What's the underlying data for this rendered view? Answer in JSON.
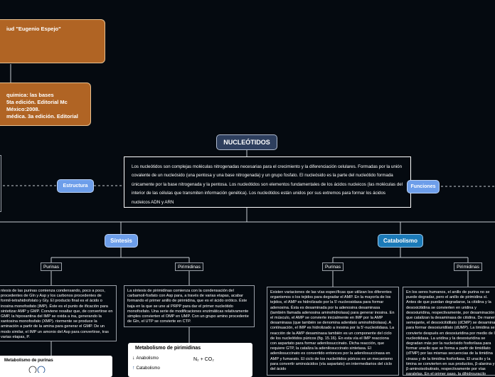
{
  "top_box": {
    "line1": "iud \"Eugenio Espejo\""
  },
  "biblio_box": {
    "line1": "quimica: las bases",
    "line2": "5ta edición. Editorial Mc",
    "line3": "México:2008.",
    "line4": "médica. 3a edición. Editorial"
  },
  "root": {
    "title": "NUCLEÓTIDOS"
  },
  "definition": "Los nucleótidos son complejas moléculas nitrogenadas necesarias para el crecimiento y la diferenciación celulares. Formadas por la unión covalente de un nucleósido (una pentosa y una base nitrogenada) y un grupo fosfato. El nucleósido es la parte del nucleótido formada únicamente por la base nitrogenada y la pentosa. Los nucleótidos son elementos fundamentales de los ácidos nucleicos (las moléculas del interior de las células que transmiten información genética). Los nucleótidos están unidos por sus extremos para formar los ácidos nucleicos ADN y ARN",
  "structure": {
    "label": "Estructura"
  },
  "functions": {
    "label": "Funciones"
  },
  "sintesis": {
    "label": "Síntesis",
    "purinas": {
      "label": "Purinas",
      "text": "ntesis de las purinas comienza condensando, poco a poco, procedentes de Gln y Asp y los carbonos procedentes de formil-tetrahidrofolato y Gly. El producto final es el ácido o inosina monofosfato (IMP). Éste es el punto de ificación para sintetizar AMP y GMP. Conviene resaltar que, de convertirse en GMP, la hipoxantina del IMP se oxida a ina, generando la xantosina monofosfato (XMP). riormente se produce la aminación a partir de la amina para generar el GMP. De un modo similar, el IMP un amonio del Asp para convertirse, tras varias etapas, P.",
      "image_title": "Metabolismo de purinas"
    },
    "pirimidinas": {
      "label": "Pirimidinas",
      "text": "La síntesis de pirimidinas comienza con la condensación del carbamoil-fosfato con Asp para, a través de varias etapas, acabar formando el primer anillo de pirimidina, que es el ácido orótico. Éste baja en la que se une al PRPP para dar el primer nucleótido monofosfato. Una serie de modificaciones enzimáticas relativamente simples convierten el OMP en UMP. Con un grupo amino procedente de Gln, el UTP se convierte en CTP.",
      "image_title": "Metabolismo de pirimidinas",
      "legend_anabolism": "Anabolismo",
      "legend_catabolism": "Catabolismo",
      "formula": "N₂ + CO₂"
    }
  },
  "catabolismo": {
    "label": "Catabolismo",
    "purinas": {
      "label": "Purinas",
      "text": "Existen variaciones de las vías específicas que utilizan los diferentes organismos o los tejidos para degradar el AMP. En la mayoría de los tejidos, el AMP es hidrolizado por la 5'-nucleosidasa para formar adenosina. Ésta es desaminada por la adenosina desaminasa (también llamada adenosina aminohidrolasa) para generar inosina. En el músculo, el AMP se convierte inicialmente en IMP por la AMP desaminasa (que también se denomina adenilato aminohidrolasa). A continuación, el IMP es hidrolizado a inosina por la 5'-nucleotidasa. La reacción de la AMP desaminasa también es un componente del ciclo de los nucleótidos púricos (fig. 15.16). En esta vía el IMP reacciona con aspartato para formar adenilosuccinato. Dicha reacción, que requiere GTP, la cataliza la adenilosuccinato sintetasa. El adenilosuccinato es convertido entonces por la adenilosuccinasa en AMP y fumarato. El ciclo de los nucleótidos púricos es un mecanismo para convertir aminoácidos (vía aspartato) en intermediarios del ciclo del ácido"
    },
    "pirimidinas": {
      "label": "Pirimidinas",
      "text": "En los seres humanos, el anillo de purina no se puede degradar, pero el anillo de pirimidina sí. Antes de que puedan degradarse, la citidina y la desoxicitidina se convierten en uridina y desoxiuridina, respectivamente, por desaminación que catalizan la desaminasa de citidina. De manera semejante, el desoxicitidilato (dCMP) se desamina para formar desoxiuridilato (dUMP). La timidina se convierte después en desoxiuridina por medio de la nucleotidasa. La uridina y la desoxiuridina se degradan más por la nucleósido fosforilasa para formar uracilo que se forma a partir de timidilato (dTMP) por las mismas secuencias de la timidina cinasa y de la timidina fosforilasa. El uracilo y la timina se convierten en sus productos, β-alanina y β-aminoisobutirato, respectivamente por vías paralelas. En el primer paso, la dihidrouracilo deshidrogenasa reduce el uracilo y la timina a sus correspondientes dihidro. Al hidrolizarse estas últimas moléculas"
    }
  }
}
